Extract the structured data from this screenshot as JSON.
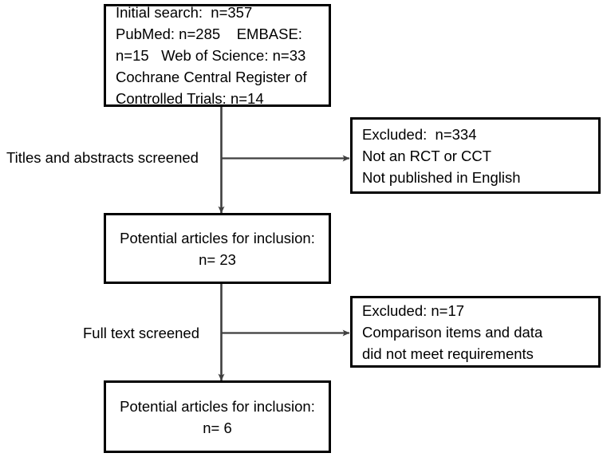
{
  "diagram": {
    "type": "prisma-study-selection-flowchart",
    "colors": {
      "box_border": "#000000",
      "background": "#ffffff",
      "text": "#000000",
      "connector": "#3f3f3f"
    },
    "boxes": [
      {
        "id": "initial-search",
        "lines": [
          "Initial search:  n=357",
          "PubMed: n=285    EMBASE:",
          "n=15   Web of Science: n=33",
          "Cochrane Central Register of",
          "Controlled Trials: n=14"
        ]
      },
      {
        "id": "excluded-screening",
        "lines": [
          "Excluded:  n=334",
          "Not an RCT or CCT",
          "Not published in English"
        ]
      },
      {
        "id": "potential-articles-23",
        "lines": [
          "Potential articles for inclusion:",
          "n= 23"
        ]
      },
      {
        "id": "excluded-fulltext",
        "lines": [
          "Excluded: n=17",
          "Comparison items and data",
          "did not meet requirements"
        ]
      },
      {
        "id": "potential-articles-6",
        "lines": [
          "Potential articles for inclusion:",
          "n= 6"
        ]
      }
    ],
    "edge_labels": [
      {
        "id": "titles-abstracts",
        "text": "Titles and abstracts screened"
      },
      {
        "id": "full-text",
        "text": "Full text screened"
      }
    ]
  }
}
